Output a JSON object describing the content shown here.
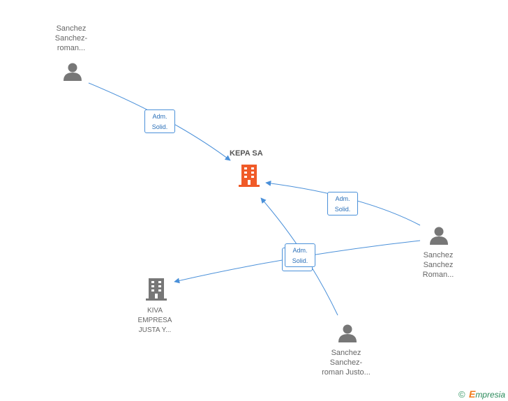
{
  "center": {
    "label": "KEPA SA",
    "color": "#f05a28"
  },
  "persons": [
    {
      "id": "p1",
      "lines": [
        "Sanchez",
        "Sanchez-",
        "roman..."
      ]
    },
    {
      "id": "p2",
      "lines": [
        "Sanchez",
        "Sanchez",
        "Roman..."
      ]
    },
    {
      "id": "p3",
      "lines": [
        "Sanchez",
        "Sanchez-",
        "roman Justo..."
      ]
    }
  ],
  "companies": [
    {
      "id": "c1",
      "lines": [
        "KIVA",
        "EMPRESA",
        "JUSTA Y..."
      ]
    }
  ],
  "edges": [
    {
      "id": "e1",
      "label": [
        "Adm.",
        "Solid."
      ]
    },
    {
      "id": "e2",
      "label": [
        "Adm.",
        "Solid."
      ]
    },
    {
      "id": "e3",
      "label": [
        "Adm.",
        "Solid."
      ]
    }
  ],
  "colors": {
    "edge": "#4a90d9",
    "icon_gray": "#777777",
    "text": "#666666"
  },
  "footer": {
    "copyright": "©",
    "brand_initial": "E",
    "brand_rest": "mpresia"
  }
}
